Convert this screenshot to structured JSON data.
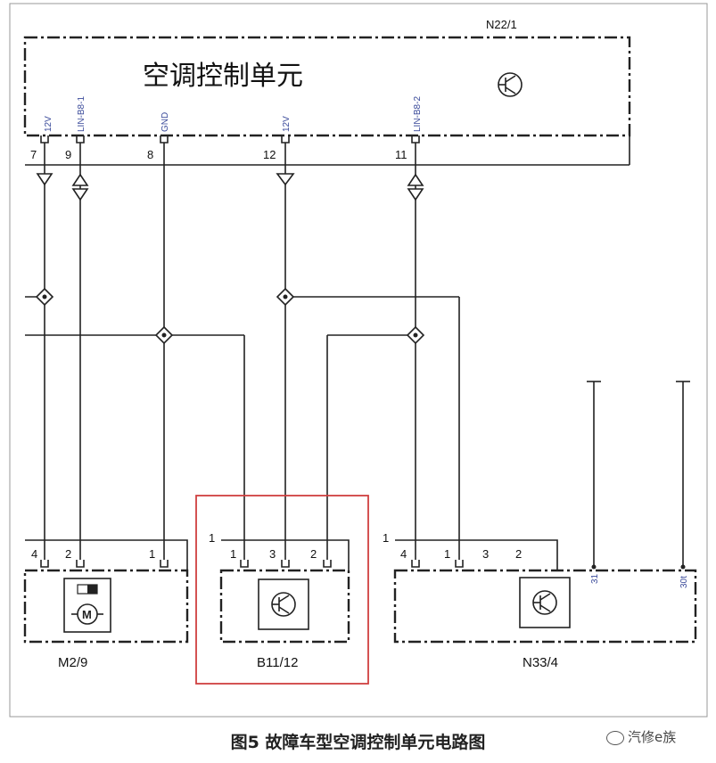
{
  "control_unit": {
    "id": "N22/1",
    "title": "空调控制单元",
    "pins": [
      {
        "num": "7",
        "signal": "12V"
      },
      {
        "num": "9",
        "signal": "LIN-B8-1"
      },
      {
        "num": "8",
        "signal": "GND"
      },
      {
        "num": "12",
        "signal": "12V"
      },
      {
        "num": "11",
        "signal": "LIN-B8-2"
      }
    ]
  },
  "modules": [
    {
      "id": "M2/9",
      "pins": [
        "4",
        "2",
        "1"
      ],
      "connector": "",
      "icon": "motor-icon"
    },
    {
      "id": "B11/12",
      "pins": [
        "1",
        "3",
        "2"
      ],
      "connector": "1",
      "icon": "transistor-icon",
      "highlighted": true
    },
    {
      "id": "N33/4",
      "pins": [
        "4",
        "1",
        "3",
        "2"
      ],
      "connector": "1",
      "icon": "transistor-icon"
    }
  ],
  "terminals": [
    "31",
    "30t"
  ],
  "caption": "图5  故障车型空调控制单元电路图",
  "watermark": "汽修e族",
  "colors": {
    "line": "#222222",
    "signal_label": "#3a4a9a",
    "highlight": "#d04040"
  }
}
